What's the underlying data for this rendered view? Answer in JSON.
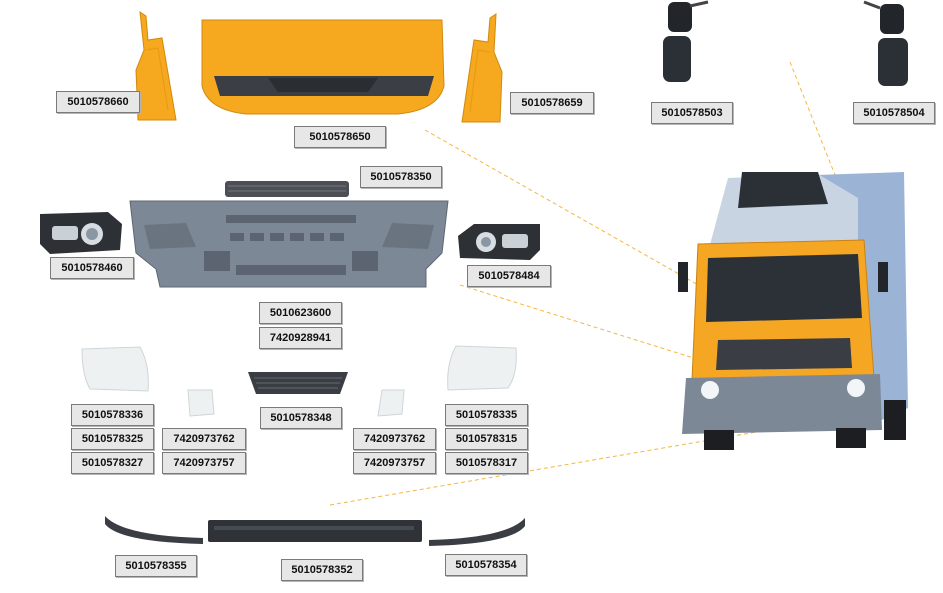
{
  "colors": {
    "accent_orange": "#f5a623",
    "label_bg": "#e7e7e7",
    "bumper_grey": "#7d8896",
    "leader_line": "#f5b642"
  },
  "labels": {
    "cab_corner_left": "5010578660",
    "upper_front_panel": "5010578650",
    "cab_corner_right": "5010578659",
    "mirror_left": "5010578503",
    "mirror_right": "5010578504",
    "bumper_top_grille": "5010578350",
    "headlamp_left": "5010578460",
    "headlamp_right": "5010578484",
    "bumper_main_a": "5010623600",
    "bumper_main_b": "7420928941",
    "lamp_cover_left_a": "5010578336",
    "lamp_cover_left_b": "5010578325",
    "lamp_cover_left_c": "5010578327",
    "small_cover_left_a": "7420973762",
    "small_cover_left_b": "7420973757",
    "bumper_lower_grille": "5010578348",
    "small_cover_right_a": "7420973762",
    "small_cover_right_b": "7420973757",
    "lamp_cover_right_a": "5010578335",
    "lamp_cover_right_b": "5010578315",
    "lamp_cover_right_c": "5010578317",
    "spoiler_left": "5010578355",
    "spoiler_center": "5010578352",
    "spoiler_right": "5010578354"
  }
}
